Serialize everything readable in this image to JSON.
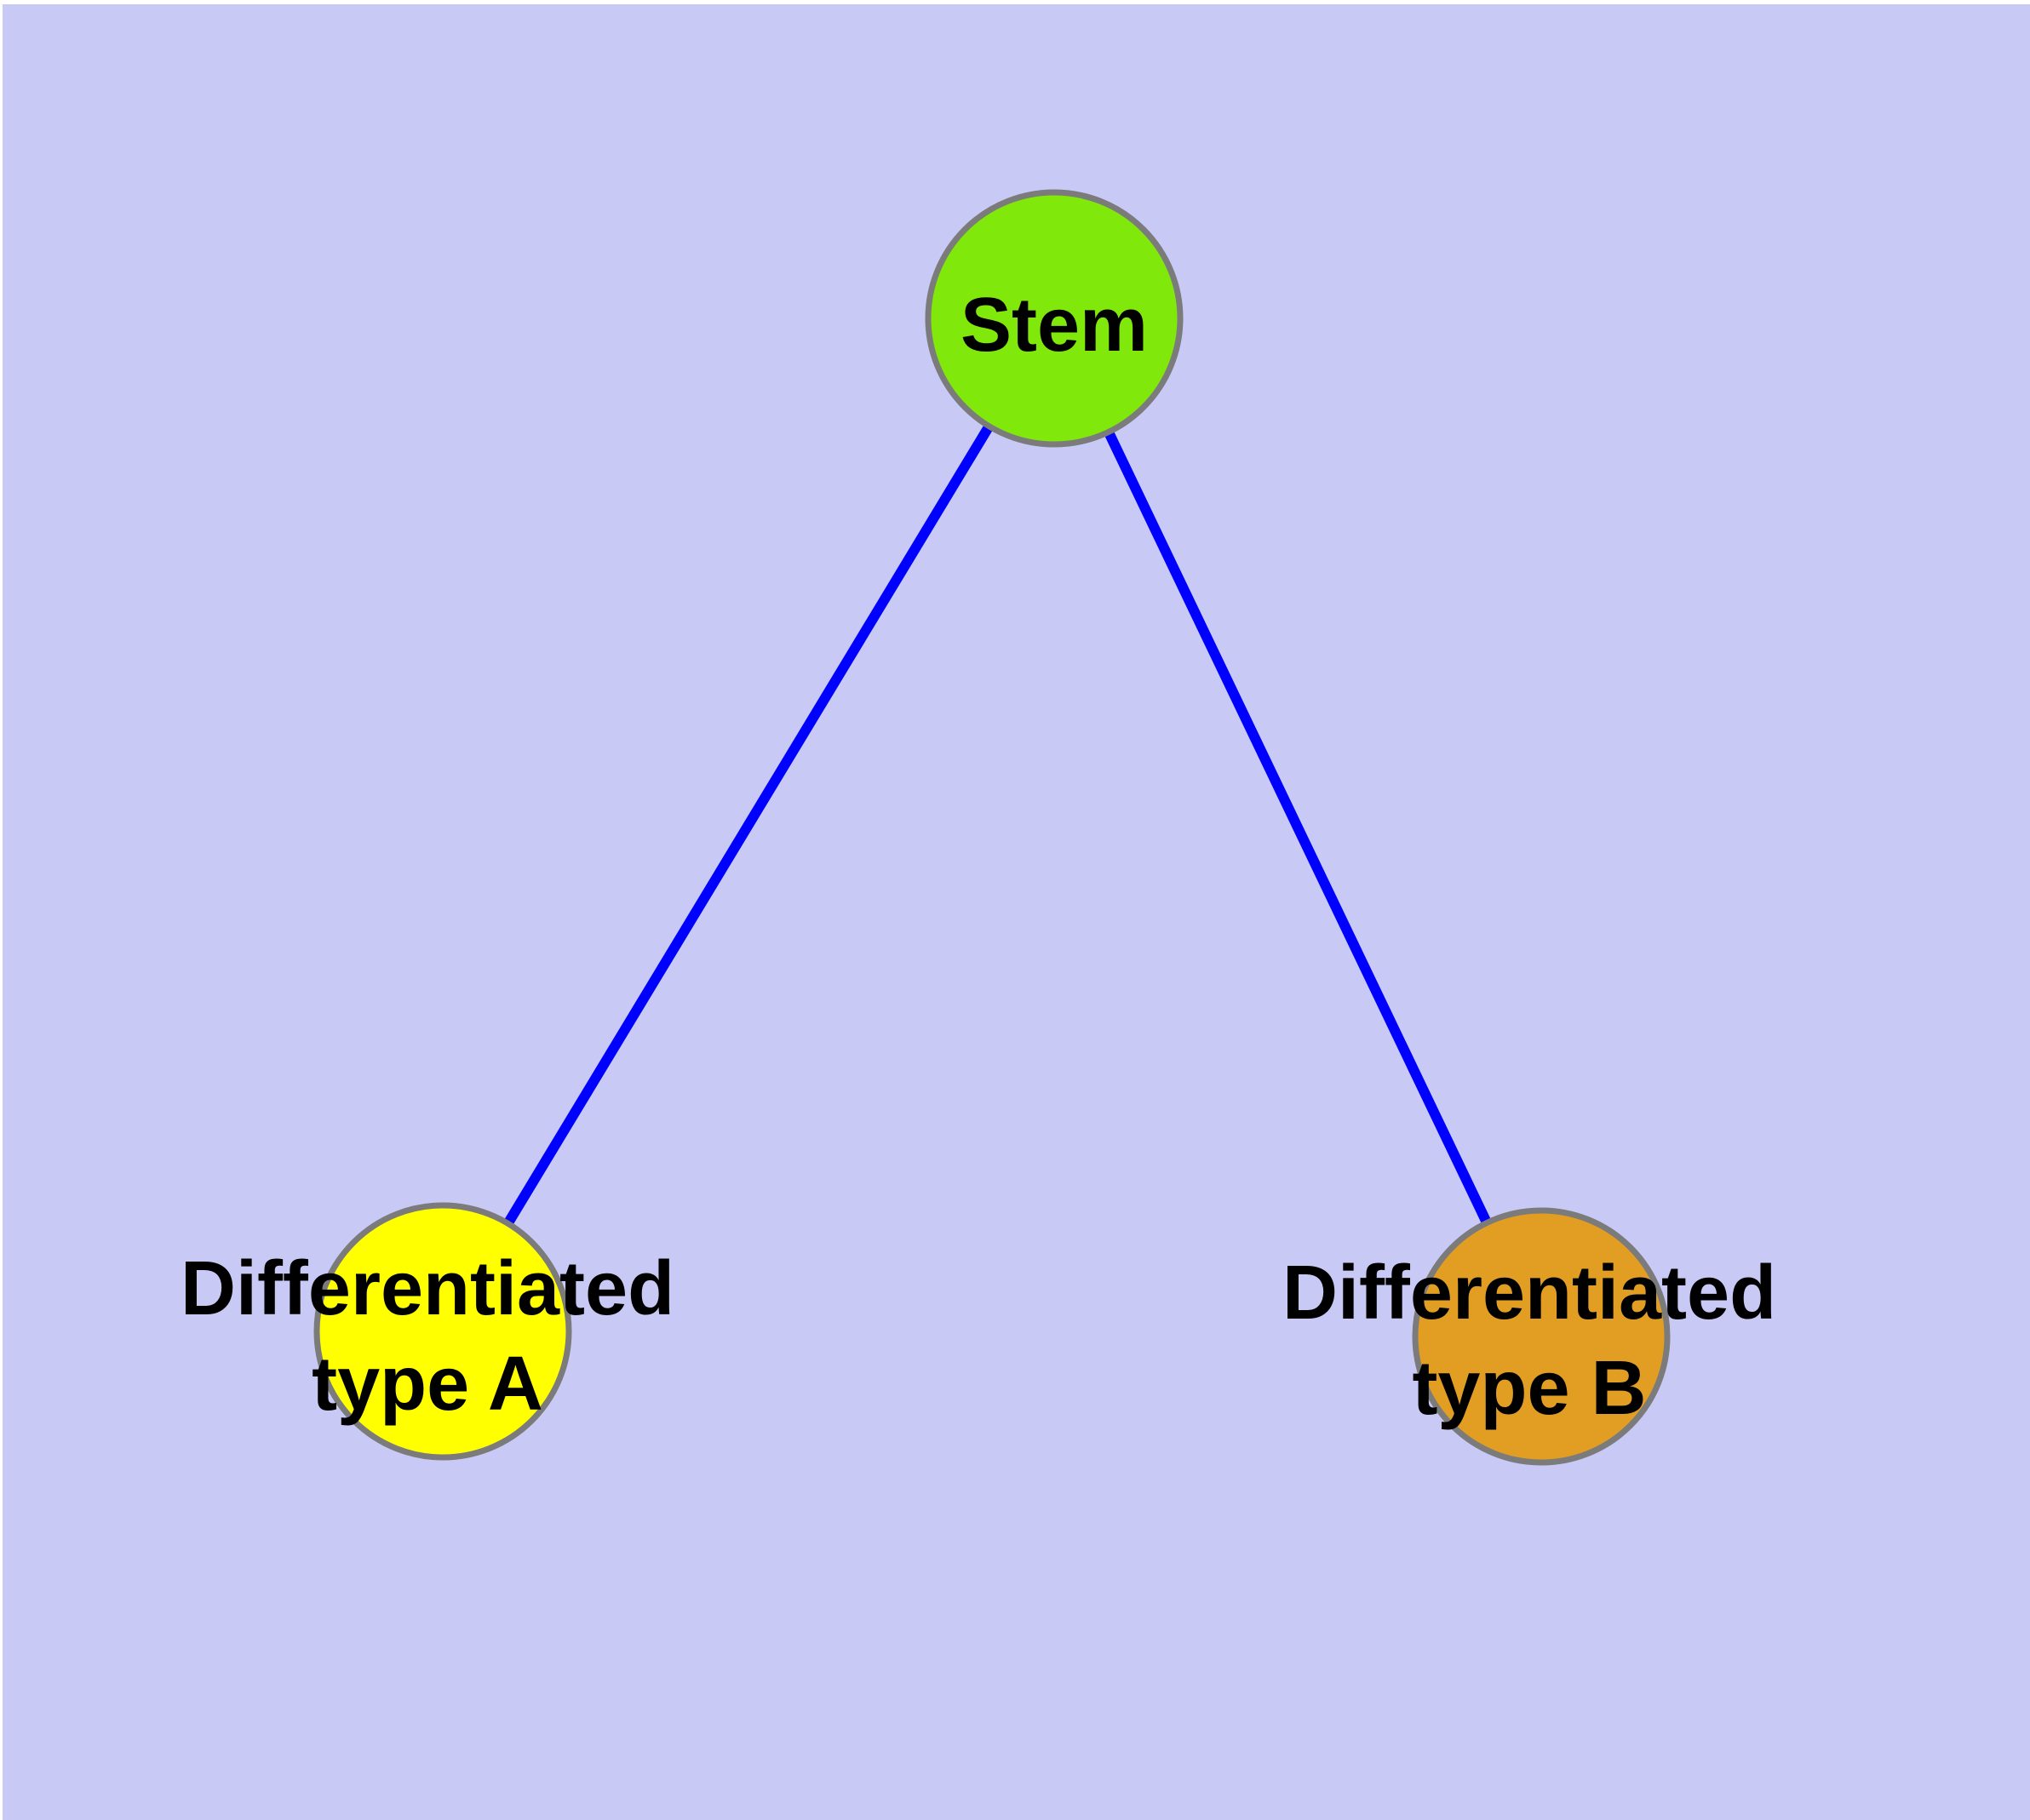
{
  "diagram": {
    "type": "graph",
    "background_color": "#FFFFFF",
    "canvas_color": "#C9C9F6",
    "edge_color": "#0000FF",
    "node_border_color": "#7B7B7B",
    "nodes": {
      "stem": {
        "id": "stem",
        "label": "Stem",
        "color": "#80E80A"
      },
      "type_a": {
        "id": "type_a",
        "label": "Differentiated\ntype A",
        "color": "#FFFF00"
      },
      "type_b": {
        "id": "type_b",
        "label": "Differentiated\ntype B",
        "color": "#E29E23"
      }
    },
    "edges": [
      {
        "from": "Stem",
        "to": "Differentiated type A"
      },
      {
        "from": "Stem",
        "to": "Differentiated type B"
      }
    ]
  }
}
